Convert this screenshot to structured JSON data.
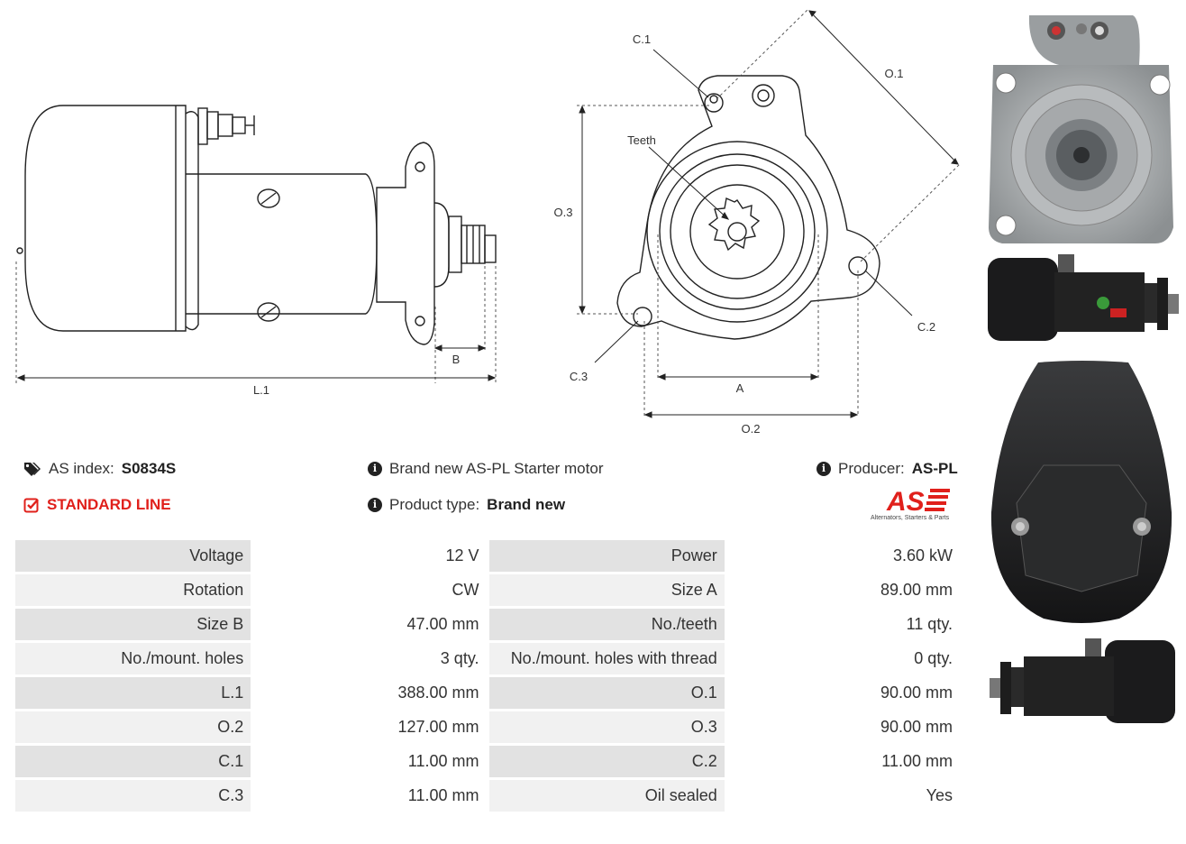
{
  "drawings": {
    "side_labels": {
      "b": "B",
      "l1": "L.1"
    },
    "front_labels": {
      "c1": "C.1",
      "o1": "O.1",
      "teeth": "Teeth",
      "o3": "O.3",
      "c2": "C.2",
      "c3": "C.3",
      "a": "A",
      "o2": "O.2"
    }
  },
  "info": {
    "as_index_label": "AS index:",
    "as_index_value": "S0834S",
    "standard_line": "STANDARD LINE",
    "description": "Brand new AS-PL Starter motor",
    "product_type_label": "Product type:",
    "product_type_value": "Brand new",
    "producer_label": "Producer:",
    "producer_value": "AS-PL"
  },
  "logo": {
    "text": "AS",
    "tagline": "Alternators, Starters & Parts"
  },
  "specs": [
    [
      "Voltage",
      "12 V",
      "Power",
      "3.60 kW"
    ],
    [
      "Rotation",
      "CW",
      "Size A",
      "89.00 mm"
    ],
    [
      "Size B",
      "47.00 mm",
      "No./teeth",
      "11 qty."
    ],
    [
      "No./mount. holes",
      "3 qty.",
      "No./mount. holes with thread",
      "0 qty."
    ],
    [
      "L.1",
      "388.00 mm",
      "O.1",
      "90.00 mm"
    ],
    [
      "O.2",
      "127.00 mm",
      "O.3",
      "90.00 mm"
    ],
    [
      "C.1",
      "11.00 mm",
      "C.2",
      "11.00 mm"
    ],
    [
      "C.3",
      "11.00 mm",
      "Oil sealed",
      "Yes"
    ]
  ],
  "colors": {
    "accent": "#e0201b",
    "header_cell": "#e2e2e2",
    "alt_cell": "#f1f1f1"
  },
  "icons": [
    "tags-icon",
    "check-square-icon",
    "info-icon"
  ]
}
